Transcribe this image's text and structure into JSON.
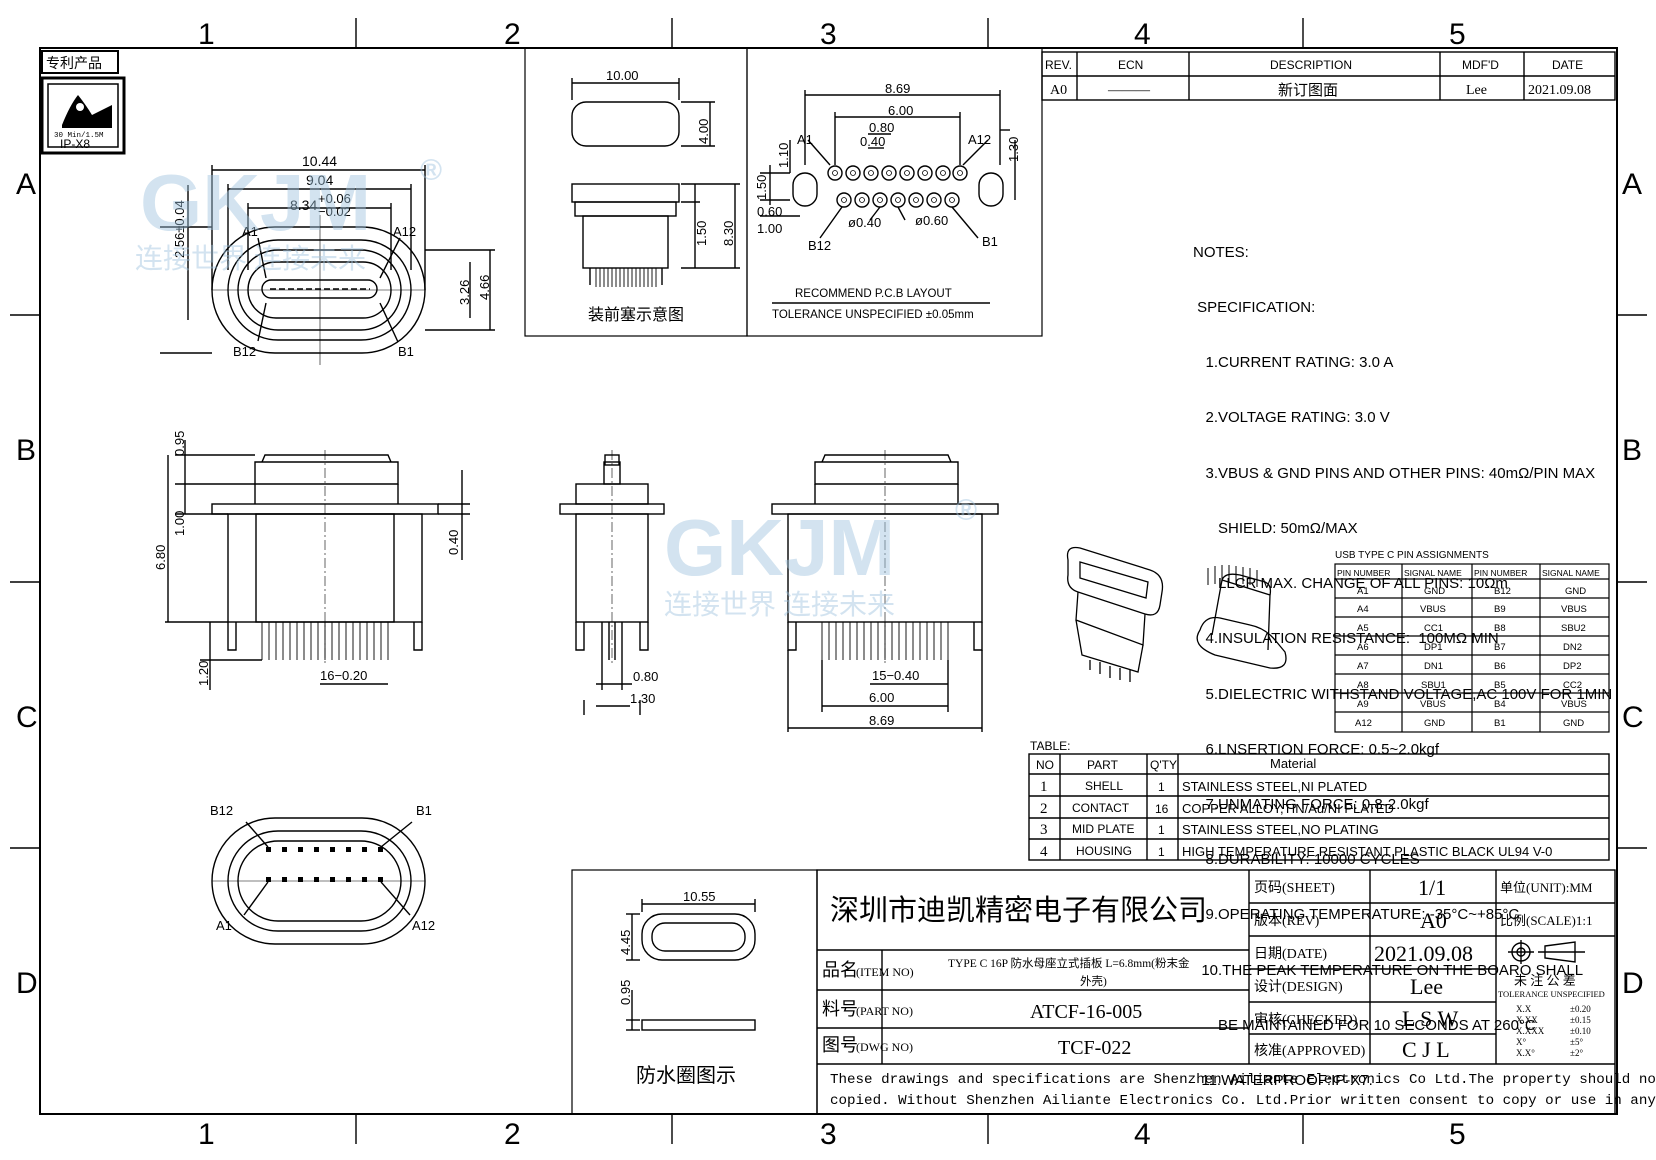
{
  "grid": {
    "cols": [
      "1",
      "2",
      "3",
      "4",
      "5"
    ],
    "rows": [
      "A",
      "B",
      "C",
      "D"
    ]
  },
  "badge": {
    "patent": "专利产品",
    "ip_line1": "30 Min/1.5M",
    "ip_line2": "IP-X8"
  },
  "watermark": {
    "logo": "GKJM",
    "reg": "®",
    "slogan": "连接世界  连接未来"
  },
  "revision": {
    "headers": [
      "REV.",
      "ECN",
      "DESCRIPTION",
      "MDF'D",
      "DATE"
    ],
    "row": [
      "A0",
      "———",
      "新订图面",
      "Lee",
      "2021.09.08"
    ]
  },
  "front_view": {
    "dims": [
      "10.44",
      "9.04",
      "8.34",
      "+0.06",
      "−0.02",
      "2.56±0.04",
      "3.26",
      "4.66"
    ],
    "pins": [
      "A1",
      "A12",
      "B12",
      "B1"
    ]
  },
  "plug_view": {
    "dims": [
      "10.00",
      "4.00",
      "1.50",
      "8.30"
    ],
    "caption": "装前塞示意图"
  },
  "pcb_layout": {
    "dims": [
      "8.69",
      "6.00",
      "0.80",
      "0.40",
      "1.10",
      "1.30",
      "1.50",
      "0.60",
      "1.00",
      "ø0.40",
      "ø0.60"
    ],
    "pins": [
      "A1",
      "A12",
      "B12",
      "B1"
    ],
    "title": "RECOMMEND  P.C.B  LAYOUT",
    "tolerance": "TOLERANCE  UNSPECIFIED  ±0.05mm"
  },
  "side_views": {
    "left_dims": [
      "0.95",
      "1.00",
      "6.80",
      "0.40",
      "1.20",
      "16−0.20"
    ],
    "mid_dims": [
      "0.80",
      "1.30"
    ],
    "right_dims": [
      "15−0.40",
      "6.00",
      "8.69"
    ]
  },
  "bottom_view": {
    "pins": [
      "B12",
      "B1",
      "A1",
      "A12"
    ]
  },
  "notes": {
    "title": "NOTES:",
    "lines": [
      " SPECIFICATION:",
      "   1.CURRENT RATING: 3.0 A",
      "   2.VOLTAGE RATING: 3.0 V",
      "   3.VBUS & GND PINS AND OTHER PINS: 40mΩ/PIN MAX",
      "      SHIELD: 50mΩ/MAX",
      "      LLCR MAX. CHANGE OF ALL PINS: 10Ωm",
      "   4.INSULATION RESISTANCE:  100MΩ MIN",
      "   5.DIELECTRIC WITHSTAND VOLTAGE,AC 100V FOR 1MIN",
      "   6.LNSERTION FORCE: 0.5~2.0kgf",
      "   7.UNMATING FORCE: 0.8-2.0kgf",
      "   8.DURABILITY: 10000 CYCLES",
      "   9.OPERATING TEMPERATURE: -35°C~+85°C",
      "  10.THE PEAK TEMPERATURE ON THE BOARO SHALL",
      "      BE MAINTAINED FOR 10 SECONDS AT 260°C",
      "  11.WATERPROOF:IP-X7."
    ]
  },
  "pin_table": {
    "title": "USB TYPE C PIN ASSIGNMENTS",
    "headers": [
      "PIN NUMBER",
      "SIGNAL NAME",
      "PIN NUMBER",
      "SIGNAL NAME"
    ],
    "rows": [
      [
        "A1",
        "GND",
        "B12",
        "GND"
      ],
      [
        "A4",
        "VBUS",
        "B9",
        "VBUS"
      ],
      [
        "A5",
        "CC1",
        "B8",
        "SBU2"
      ],
      [
        "A6",
        "DP1",
        "B7",
        "DN2"
      ],
      [
        "A7",
        "DN1",
        "B6",
        "DP2"
      ],
      [
        "A8",
        "SBU1",
        "B5",
        "CC2"
      ],
      [
        "A9",
        "VBUS",
        "B4",
        "VBUS"
      ],
      [
        "A12",
        "GND",
        "B1",
        "GND"
      ]
    ]
  },
  "parts_table": {
    "title": "TABLE:",
    "headers": [
      "NO",
      "PART",
      "Q'TY",
      "Material"
    ],
    "rows": [
      [
        "1",
        "SHELL",
        "1",
        "STAINLESS  STEEL,NI  PLATED"
      ],
      [
        "2",
        "CONTACT",
        "16",
        "COPPER  ALLOY,TIN/Au/NI  PLATED"
      ],
      [
        "3",
        "MID PLATE",
        "1",
        "STAINLESS  STEEL,NO  PLATING"
      ],
      [
        "4",
        "HOUSING",
        "1",
        "HIGH  TEMPERATURE  RESISTANT  PLASTIC  BLACK  UL94  V-0"
      ]
    ]
  },
  "seal_view": {
    "dims": [
      "10.55",
      "4.45",
      "0.95"
    ],
    "caption": "防水圈图示"
  },
  "title_block": {
    "company": "深圳市迪凯精密电子有限公司",
    "item_label": "品名",
    "item_label_en": "(ITEM NO)",
    "item_value_1": "TYPE C 16P 防水母座立式插板 L=6.8mm(粉末金",
    "item_value_2": "外壳)",
    "part_label": "料号",
    "part_label_en": "(PART NO)",
    "part_value": "ATCF-16-005",
    "dwg_label": "图号",
    "dwg_label_en": "(DWG NO)",
    "sheet_label": "页码(SHEET)",
    "sheet_value": "1/1",
    "unit_label": "单位(UNIT):MM",
    "rev_label": "版本(REV)",
    "rev_value": "A0",
    "scale_label": "比例(SCALE)1:1",
    "date_label": "日期(DATE)",
    "date_value": "2021.09.08",
    "design_label": "设计(DESIGN)",
    "design_value": "Lee",
    "checked_label": "审核(CHECKED)",
    "checked_value": "L S W",
    "approved_label": "核准(APPROVED)",
    "approved_value": "C J L",
    "dwg_value": "TCF-022",
    "tol_title": "未 注 公 差",
    "tol_sub": "TOLERANCE UNSPECIFIED",
    "tol_rows": [
      [
        "X.X",
        "±0.20"
      ],
      [
        "X.XX",
        "±0.15"
      ],
      [
        "X.XXX",
        "±0.10"
      ],
      [
        "X°",
        "±5°"
      ],
      [
        "X.X°",
        "±2°"
      ]
    ],
    "copyright_1": "These drawings and specifications are Shenzhen Ailiante Electronics Co Ltd.The property should not be",
    "copyright_2": "copied. Without Shenzhen Ailiante Electronics Co. Ltd.Prior written consent to copy or use in any way"
  }
}
